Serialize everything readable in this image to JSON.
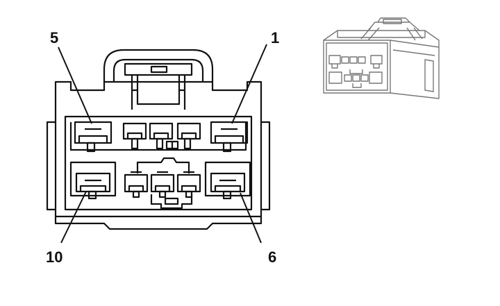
{
  "diagram": {
    "pin_labels": {
      "top_left": "5",
      "top_right": "1",
      "bottom_left": "10",
      "bottom_right": "6"
    },
    "colors": {
      "stroke": "#111111",
      "label": "#111111",
      "thumbnail_stroke": "#777777",
      "background": "#ffffff"
    }
  }
}
